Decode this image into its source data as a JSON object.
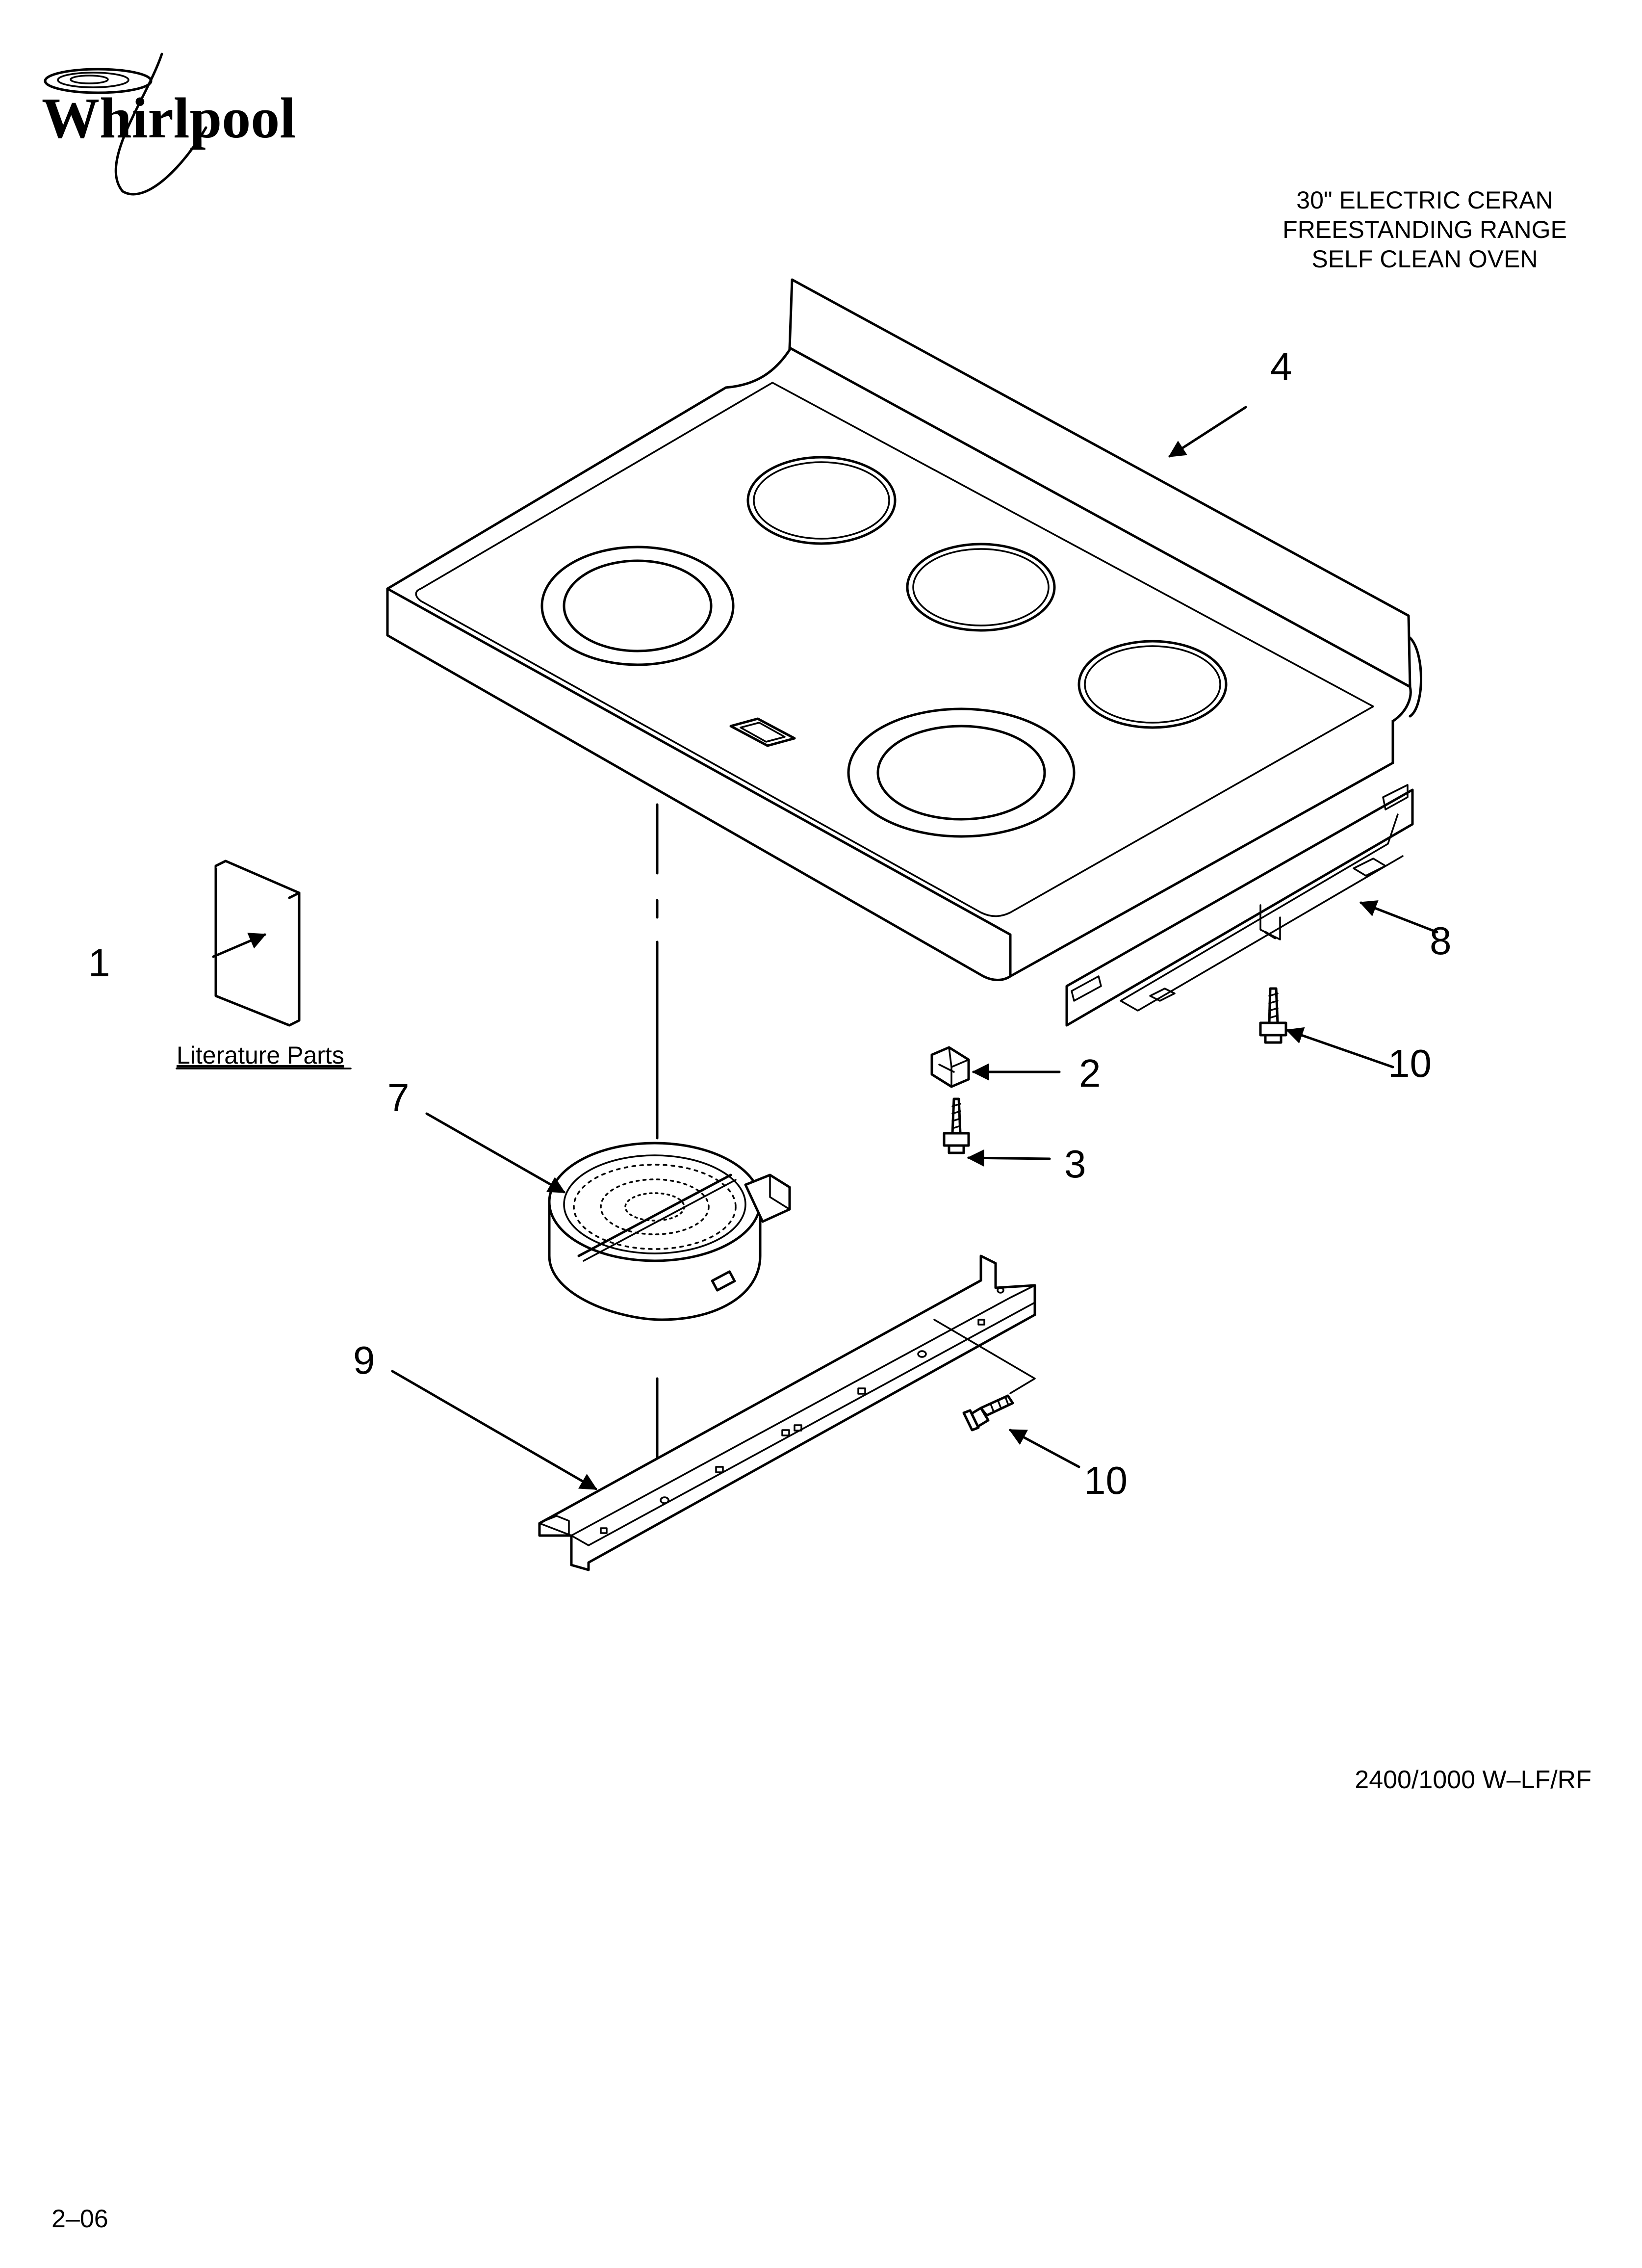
{
  "brand": {
    "logo_text": "Whirlpool"
  },
  "header": {
    "title_lines": [
      "30\" ELECTRIC CERAN",
      "FREESTANDING RANGE",
      "SELF CLEAN OVEN"
    ]
  },
  "diagram": {
    "callouts": {
      "c1": "1",
      "c2": "2",
      "c3": "3",
      "c4": "4",
      "c7": "7",
      "c8": "8",
      "c9": "9",
      "c10a": "10",
      "c10b": "10"
    },
    "literature_label": "Literature Parts",
    "element_note": "2400/1000 W–LF/RF"
  },
  "footer": {
    "page_code": "2–06"
  }
}
